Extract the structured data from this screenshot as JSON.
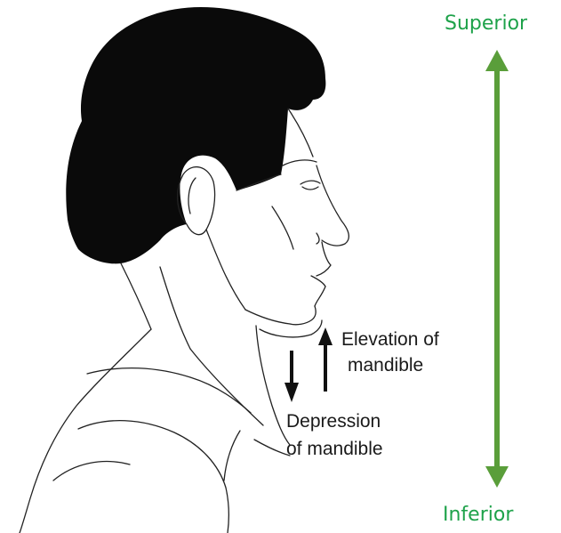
{
  "orientation": {
    "top_label": "Superior",
    "bottom_label": "Inferior",
    "color": "#1ea24a",
    "arrow_color": "#5a9e3a"
  },
  "movements": {
    "elevation": {
      "line1": "Elevation of",
      "line2": "mandible"
    },
    "depression": {
      "line1": "Depression",
      "line2": "of mandible"
    }
  },
  "colors": {
    "hair": "#0a0a0a",
    "outline": "#222222",
    "arrows": "#111111",
    "text": "#1a1a1a"
  }
}
